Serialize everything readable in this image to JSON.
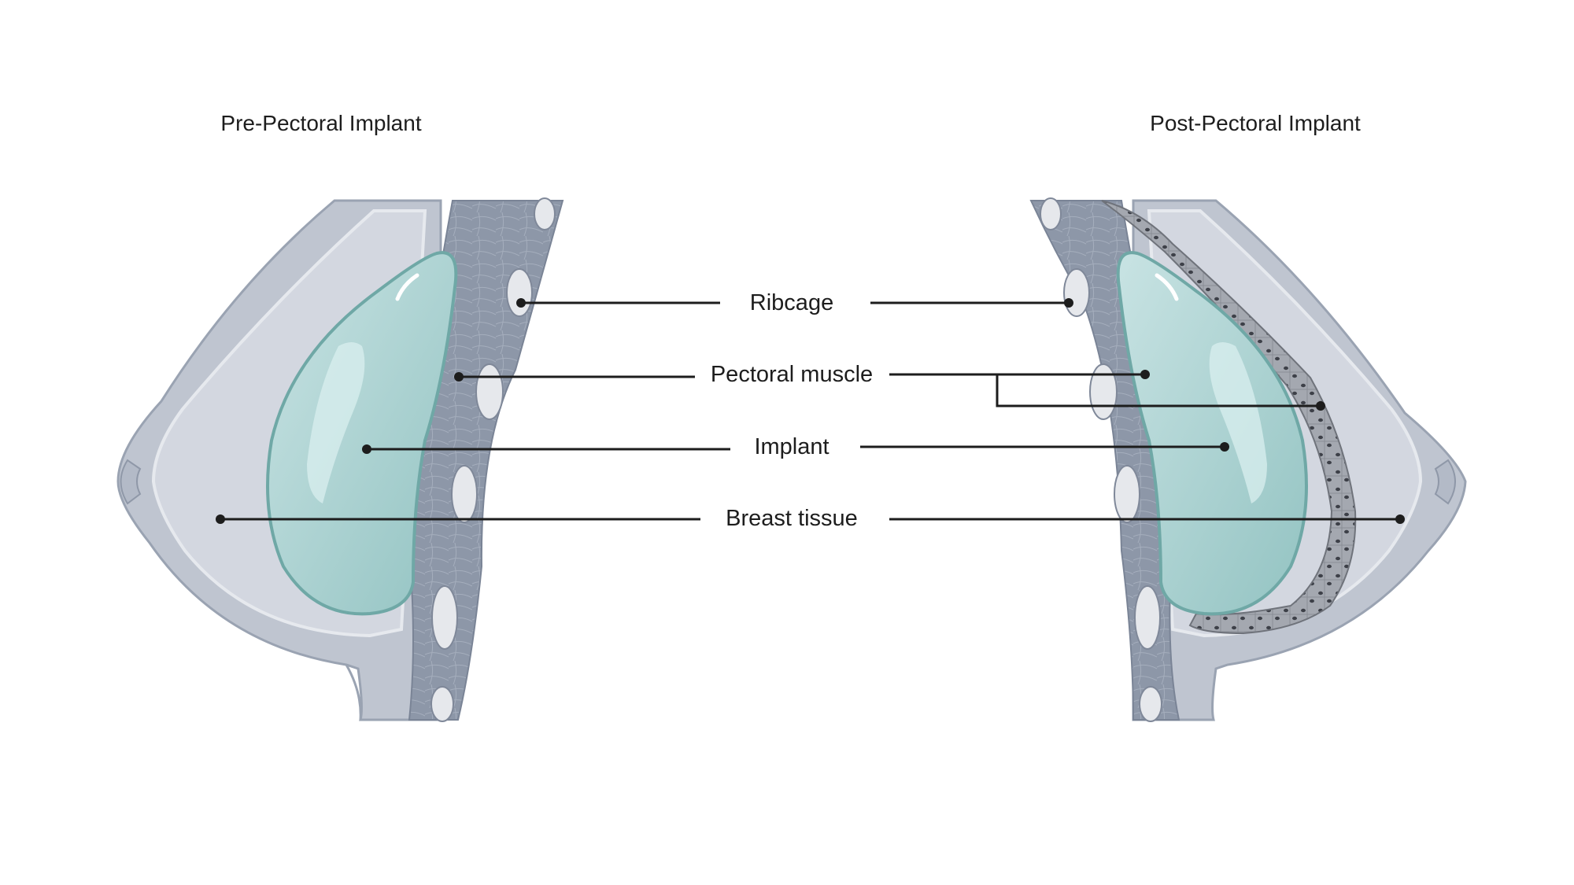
{
  "panels": {
    "left_title": "Pre-Pectoral Implant",
    "right_title": "Post-Pectoral Implant"
  },
  "labels": {
    "ribcage": "Ribcage",
    "pectoral_muscle": "Pectoral muscle",
    "implant": "Implant",
    "breast_tissue": "Breast tissue"
  },
  "colors": {
    "skin": "#bfc5d0",
    "skin_outline": "#9aa3b2",
    "breast_tissue": "#d3d7e0",
    "chest_wall": "#8d97a8",
    "rib": "#e6e8ec",
    "implant": "#a9d0d0",
    "implant_outline": "#6fa8a6",
    "muscle": "#9a9ea6"
  }
}
